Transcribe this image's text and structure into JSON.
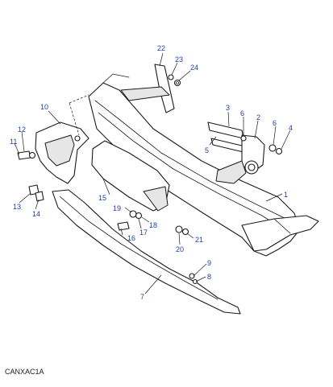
{
  "diagram": {
    "reference_code": "CANXAC1A",
    "callout_color": "#1f3fa8",
    "line_color": "#1a1a1a",
    "callouts": [
      "1",
      "2",
      "3",
      "4",
      "5",
      "6",
      "6",
      "7",
      "8",
      "9",
      "10",
      "11",
      "12",
      "13",
      "14",
      "15",
      "16",
      "17",
      "18",
      "19",
      "20",
      "21",
      "22",
      "23",
      "24"
    ]
  }
}
